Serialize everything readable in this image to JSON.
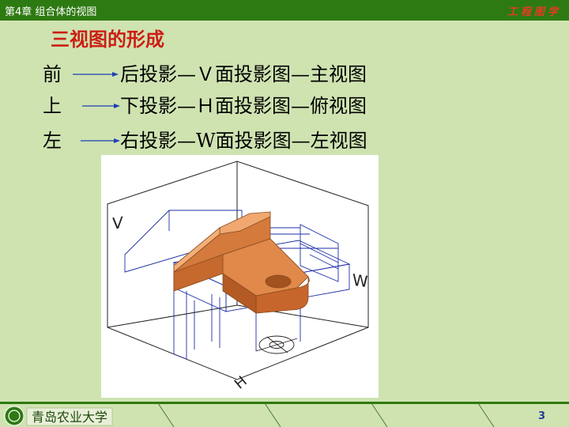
{
  "header": {
    "chapter": "第4章  组合体的视图",
    "course": "工程图学"
  },
  "slide": {
    "title": "三视图的形成",
    "rows": [
      {
        "word": "前",
        "desc": "后投影—Ｖ面投影图—主视图"
      },
      {
        "word": "上",
        "desc": "下投影—Ｈ面投影图—俯视图"
      },
      {
        "word": "左",
        "desc": "右投影—W面投影图—左视图"
      }
    ],
    "figure": {
      "labels": {
        "v": "V",
        "w": "W",
        "h": "H"
      }
    }
  },
  "footer": {
    "page": "3",
    "logo_text": "青岛农业大学"
  },
  "colors": {
    "header_bg": "#2e7a12",
    "title": "#cc1e14",
    "arrow": "#1f3fb5",
    "block": "#e0894a"
  }
}
